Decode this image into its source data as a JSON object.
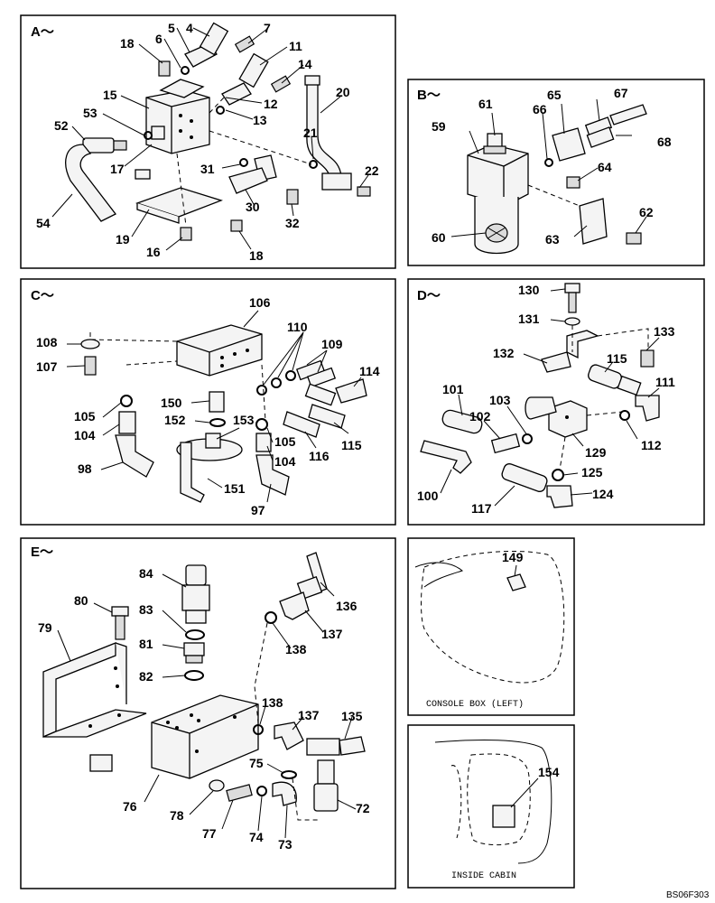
{
  "sections": {
    "A": {
      "label": "A～",
      "numbers": [
        "18",
        "6",
        "5",
        "4",
        "7",
        "11",
        "14",
        "15",
        "53",
        "52",
        "12",
        "13",
        "20",
        "17",
        "21",
        "31",
        "22",
        "54",
        "19",
        "30",
        "32",
        "16",
        "18"
      ]
    },
    "B": {
      "label": "B～",
      "numbers": [
        "61",
        "65",
        "67",
        "59",
        "66",
        "68",
        "64",
        "60",
        "63",
        "62"
      ]
    },
    "C": {
      "label": "C～",
      "numbers": [
        "106",
        "110",
        "108",
        "109",
        "107",
        "114",
        "150",
        "105",
        "152",
        "153",
        "104",
        "105",
        "104",
        "116",
        "115",
        "98",
        "151",
        "97"
      ]
    },
    "D": {
      "label": "D～",
      "numbers": [
        "130",
        "131",
        "133",
        "132",
        "115",
        "101",
        "111",
        "103",
        "102",
        "112",
        "129",
        "125",
        "100",
        "124",
        "117"
      ]
    },
    "E": {
      "label": "E～",
      "numbers": [
        "84",
        "136",
        "80",
        "83",
        "79",
        "137",
        "81",
        "138",
        "82",
        "138",
        "137",
        "135",
        "75",
        "76",
        "72",
        "78",
        "77",
        "74",
        "73"
      ]
    },
    "console": {
      "caption": "CONSOLE BOX (LEFT)",
      "numbers": [
        "149"
      ]
    },
    "cabin": {
      "caption": "INSIDE CABIN",
      "numbers": [
        "154"
      ]
    }
  },
  "drawing_ref": "BS06F303"
}
